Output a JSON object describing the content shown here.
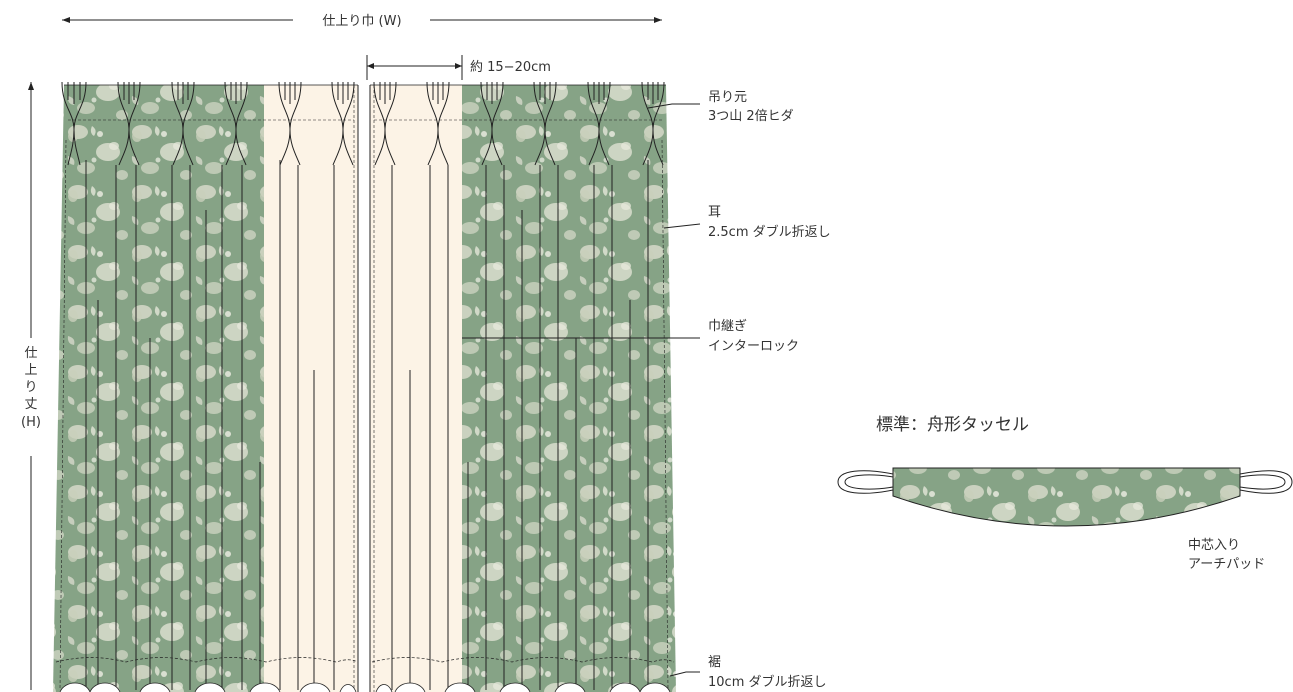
{
  "dimensions": {
    "width_label": "仕上り巾 (W)",
    "height_label_lines": [
      "仕",
      "上",
      "り",
      "丈",
      "(H)"
    ]
  },
  "spacing_label": "約 15−20cm",
  "callouts": {
    "header": {
      "title": "吊り元",
      "detail": "3つ山 2倍ヒダ"
    },
    "side_hem": {
      "title": "耳",
      "detail": "2.5cm ダブル折返し"
    },
    "seam": {
      "title": "巾継ぎ",
      "detail": "インターロック"
    },
    "bottom_hem": {
      "title": "裾",
      "detail": "10cm ダブル折返し"
    }
  },
  "tassel": {
    "title": "標準：舟形タッセル",
    "note_lines": [
      "中芯入り",
      "アーチパッド"
    ]
  },
  "colors": {
    "fabric_green": "#86a386",
    "fabric_flower": "#d9dccb",
    "lining_cream": "#fcf3e6",
    "line": "#222222"
  }
}
